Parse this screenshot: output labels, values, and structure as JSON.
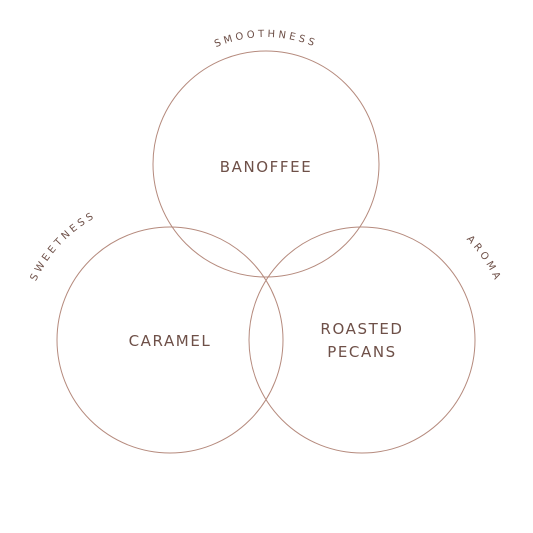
{
  "diagram": {
    "stroke_color": "#b58a7d",
    "text_color": "#6e5048",
    "circles": [
      {
        "id": "banoffee",
        "center_lines": [
          "BANOFFEE"
        ],
        "arc_label": "SMOOTHNESS"
      },
      {
        "id": "caramel",
        "center_lines": [
          "CARAMEL"
        ],
        "arc_label": "SWEETNESS"
      },
      {
        "id": "roasted-pecans",
        "center_lines": [
          "ROASTED",
          "PECANS"
        ],
        "arc_label": "AROMA"
      }
    ]
  }
}
